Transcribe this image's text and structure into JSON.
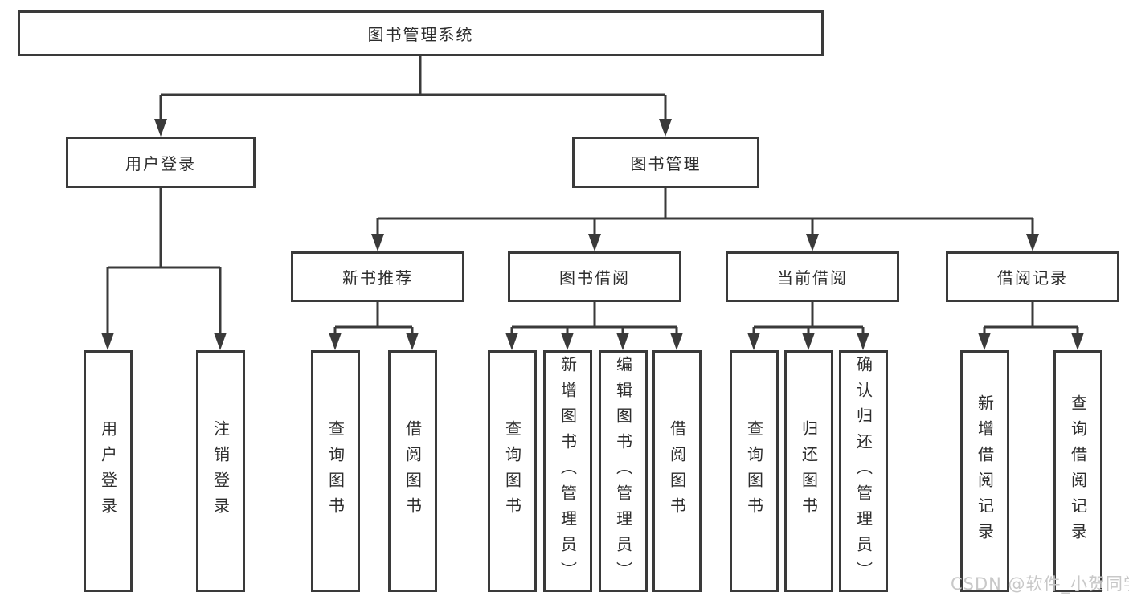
{
  "colors": {
    "background": "#ffffff",
    "line": "#3a3a3a",
    "box_border": "#3a3a3a",
    "box_fill": "#ffffff",
    "text": "#2d2d2d",
    "watermark": "#c8c8c8"
  },
  "root": {
    "label": "图书管理系统"
  },
  "branches": [
    {
      "label": "用户登录",
      "children": [
        {
          "label": "用户登录"
        },
        {
          "label": "注销登录"
        }
      ]
    },
    {
      "label": "图书管理",
      "children": [
        {
          "label": "新书推荐",
          "children": [
            {
              "label": "查询图书"
            },
            {
              "label": "借阅图书"
            }
          ]
        },
        {
          "label": "图书借阅",
          "children": [
            {
              "label": "查询图书"
            },
            {
              "label": "新增图书（管理员）"
            },
            {
              "label": "编辑图书（管理员）"
            },
            {
              "label": "借阅图书"
            }
          ]
        },
        {
          "label": "当前借阅",
          "children": [
            {
              "label": "查询图书"
            },
            {
              "label": "归还图书"
            },
            {
              "label": "确认归还（管理员）"
            }
          ]
        },
        {
          "label": "借阅记录",
          "children": [
            {
              "label": "新增借阅记录"
            },
            {
              "label": "查询借阅记录"
            }
          ]
        }
      ]
    }
  ],
  "watermark": {
    "text": "CSDN @软件_小贺同学"
  }
}
